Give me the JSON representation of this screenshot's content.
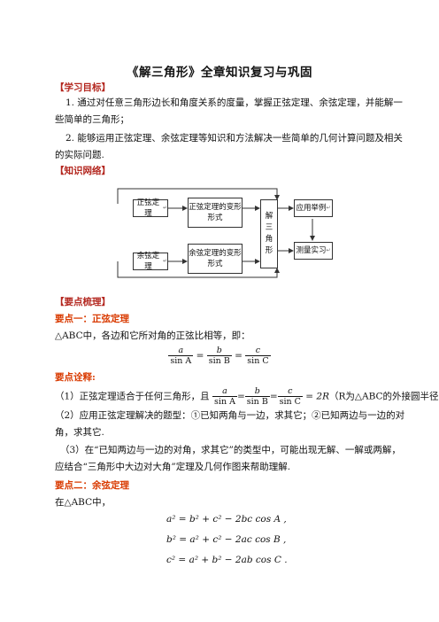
{
  "title": "《解三角形》全章知识复习与巩固",
  "sections": {
    "goals": "【学习目标】",
    "network": "【知识网络】",
    "summary": "【要点梳理】"
  },
  "goals": {
    "item1": "1. 通过对任意三角形边长和角度关系的度量，掌握正弦定理、余弦定理，并能解一些简单的三角形；",
    "item2": "2. 能够运用正弦定理、余弦定理等知识和方法解决一些简单的几何计算问题及相关的实际问题."
  },
  "diagram": {
    "sine_law": "正弦定理",
    "sine_variant": "正弦定理的变形形式",
    "cosine_law": "余弦定理",
    "cosine_variant": "余弦定理的变形形式",
    "solve_triangle": "解三角形",
    "application": "应用举例",
    "survey": "测量实习",
    "mark": "↵"
  },
  "point1": {
    "heading": "要点一：正弦定理",
    "text": "△ABC中，各边和它所对角的正弦比相等，即：",
    "formula": {
      "a": "a",
      "b": "b",
      "c": "c",
      "sinA": "sin A",
      "sinB": "sin B",
      "sinC": "sin C"
    }
  },
  "notes": {
    "heading": "要点诠释:",
    "n1_pre": "（1）正弦定理适合于任何三角形，且",
    "n1_eq": "= 2R",
    "n1_post": "（R为△ABC的外接圆半径）.",
    "n2": "（2）应用正弦定理解决的题型：①已知两角与一边，求其它；②已知两边与一边的对角，求其它.",
    "n3": "（3）在“已知两边与一边的对角，求其它”的类型中，可能出现无解、一解或两解，应结合“三角形中大边对大角”定理及几何作图来帮助理解."
  },
  "point2": {
    "heading": "要点二：余弦定理",
    "text": "在△ABC中，",
    "f1": "a² = b² + c² − 2bc cos A ,",
    "f2": "b² = a² + c² − 2ac cos B ,",
    "f3": "c² = a² + b² − 2ab cos C ."
  }
}
